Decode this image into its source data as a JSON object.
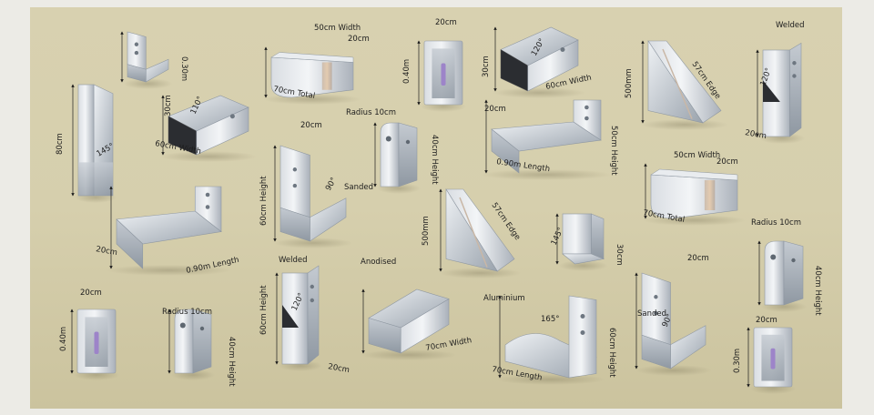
{
  "background": {
    "table_color": "#d6cfae",
    "frame_color": "#ecebe6"
  },
  "brackets": [
    {
      "name": "bracket-01",
      "type": "l-bracket",
      "labels": [
        "0.30m"
      ]
    },
    {
      "name": "bracket-02",
      "type": "u-channel",
      "labels": [
        "50cm Width",
        "20cm",
        "70cm Total"
      ]
    },
    {
      "name": "bracket-03",
      "type": "slot-bracket",
      "labels": [
        "20cm",
        "0.40m"
      ]
    },
    {
      "name": "bracket-04",
      "type": "angle-plate",
      "labels": [
        "120°",
        "30cm",
        "60cm Width"
      ]
    },
    {
      "name": "bracket-05",
      "type": "gusset",
      "labels": [
        "500mm",
        "57cm Edge"
      ]
    },
    {
      "name": "bracket-06",
      "type": "angle-bracket",
      "labels": [
        "Welded",
        "120°",
        "20cm"
      ]
    },
    {
      "name": "bracket-07",
      "type": "tall-post",
      "labels": [
        "80cm",
        "145°"
      ]
    },
    {
      "name": "bracket-08",
      "type": "angle-plate",
      "labels": [
        "30cm",
        "110°",
        "60cm Width"
      ]
    },
    {
      "name": "bracket-09",
      "type": "tab-bracket",
      "labels": [
        "Radius 10cm",
        "40cm Height"
      ]
    },
    {
      "name": "bracket-10",
      "type": "l-bracket-long",
      "labels": [
        "20cm",
        "0.90m Length",
        "50cm Height"
      ]
    },
    {
      "name": "bracket-11",
      "type": "l-bracket",
      "labels": [
        "20cm",
        "60cm Height",
        "90°",
        "Sanded"
      ]
    },
    {
      "name": "bracket-12",
      "type": "u-channel",
      "labels": [
        "50cm Width",
        "20cm",
        "70cm Total"
      ]
    },
    {
      "name": "bracket-13",
      "type": "l-bracket-long",
      "labels": [
        "20cm",
        "0.90m Length"
      ]
    },
    {
      "name": "bracket-14",
      "type": "gusset",
      "labels": [
        "500mm",
        "57cm Edge"
      ]
    },
    {
      "name": "bracket-15",
      "type": "block-bracket",
      "labels": [
        "145°",
        "30cm"
      ]
    },
    {
      "name": "bracket-16",
      "type": "tab-bracket",
      "labels": [
        "Radius 10cm",
        "40cm Height"
      ]
    },
    {
      "name": "bracket-17",
      "type": "slot-bracket",
      "labels": [
        "20cm",
        "0.40m"
      ]
    },
    {
      "name": "bracket-18",
      "type": "tab-bracket",
      "labels": [
        "Radius 10cm",
        "40cm Height"
      ]
    },
    {
      "name": "bracket-19",
      "type": "angle-bracket",
      "labels": [
        "Welded",
        "60cm Height",
        "120°",
        "20cm"
      ]
    },
    {
      "name": "bracket-20",
      "type": "angle-channel",
      "labels": [
        "Anodised",
        "70cm Width"
      ]
    },
    {
      "name": "bracket-21",
      "type": "curved-bracket",
      "labels": [
        "Aluminium",
        "165°",
        "60cm Height",
        "70cm Length"
      ]
    },
    {
      "name": "bracket-22",
      "type": "l-bracket",
      "labels": [
        "20cm",
        "Sanded",
        "90°"
      ]
    },
    {
      "name": "bracket-23",
      "type": "slot-bracket",
      "labels": [
        "20cm",
        "0.30m"
      ]
    }
  ]
}
